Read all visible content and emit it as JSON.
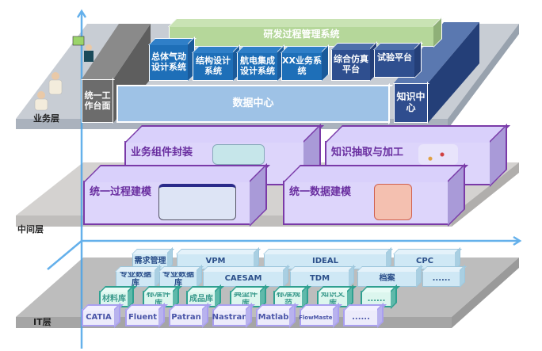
{
  "layers": {
    "business": "业务层",
    "middle": "中间层",
    "it": "IT层"
  },
  "business": {
    "rd_process": "研发过程管理系统",
    "systems": [
      "总体气动设计系统",
      "结构设计系统",
      "航电集成设计系统",
      "XX业务系统"
    ],
    "platforms": [
      "综合仿真平台",
      "试验平台"
    ],
    "workbench": "统一工作台面",
    "data_center": "数据中心",
    "knowledge_center": "知识中心"
  },
  "middle": {
    "items": [
      "业务组件封装",
      "知识抽取与加工",
      "统一过程建模",
      "统一数据建模"
    ]
  },
  "it": {
    "row1": [
      "需求管理",
      "VPM",
      "IDEAL",
      "CPC"
    ],
    "row2": [
      "专业数据库",
      "专业数据库",
      "CAESAM",
      "TDM",
      "档案",
      "......"
    ],
    "row3": [
      "材料库",
      "标准件库",
      "成品库",
      "典型件库",
      "标准规范",
      "知识文库",
      "......"
    ],
    "row4": [
      "CATIA",
      "Fluent",
      "Patran",
      "Nastran",
      "Matlab",
      "FlowMaster",
      "......"
    ]
  },
  "colors": {
    "axis": "#4aa3e8",
    "business_blue": "#1e6fb8",
    "dark_blue": "#2f4f8f",
    "green": "#b5d79a",
    "middle_purple": "#7a3aa8"
  }
}
